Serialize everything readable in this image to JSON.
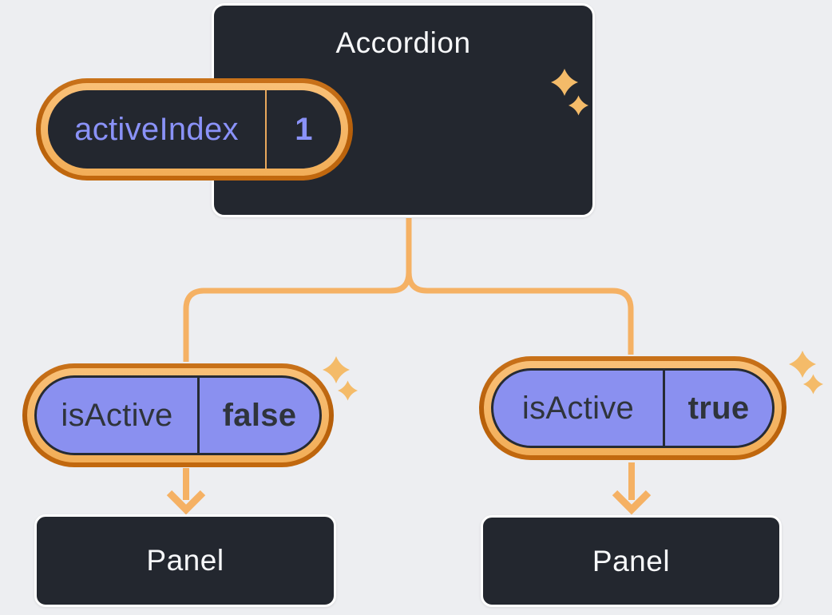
{
  "diagram": {
    "accordion": {
      "title": "Accordion",
      "state_name": "activeIndex",
      "state_value": "1"
    },
    "left_child": {
      "prop_name": "isActive",
      "prop_value": "false",
      "panel_label": "Panel"
    },
    "right_child": {
      "prop_name": "isActive",
      "prop_value": "true",
      "panel_label": "Panel"
    },
    "colors": {
      "background": "#EDEEF1",
      "box_dark": "#23272F",
      "box_border": "#FFFFFF",
      "ring_outer_orange": "#BB640F",
      "ring_inner_orange": "#F5B566",
      "connector_orange": "#F5B164",
      "sparkle_orange": "#F4BB69",
      "pill_purple": "#8A90F0",
      "purple_text": "#8A92F8",
      "dark_text": "#2F343B",
      "light_text": "#F7F8FA"
    }
  }
}
